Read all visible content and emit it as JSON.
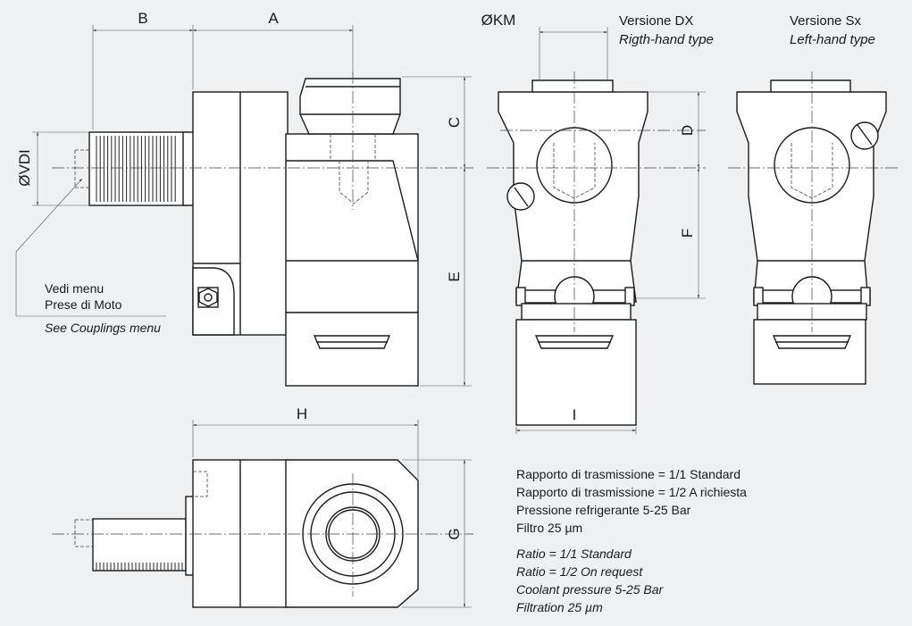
{
  "dimensions": {
    "A": "A",
    "B": "B",
    "C": "C",
    "D": "D",
    "E": "E",
    "F": "F",
    "G": "G",
    "H": "H",
    "I": "I",
    "KM": "ØKM",
    "VDI": "ØVDI"
  },
  "views": {
    "right": {
      "title": "Versione DX",
      "subtitle": "Rigth-hand type"
    },
    "left": {
      "title": "Versione Sx",
      "subtitle": "Left-hand type"
    }
  },
  "coupling_note": {
    "line1": "Vedi menu",
    "line2": "Prese di Moto",
    "line3": "See Couplings menu"
  },
  "specs_it": [
    "Rapporto di trasmissione = 1/1 Standard",
    "Rapporto di trasmissione = 1/2 A richiesta",
    "Pressione refrigerante 5-25 Bar",
    "Filtro 25 µm"
  ],
  "specs_en": [
    "Ratio = 1/1 Standard",
    "Ratio = 1/2 On request",
    "Coolant pressure 5-25 Bar",
    "Filtration 25 µm"
  ]
}
